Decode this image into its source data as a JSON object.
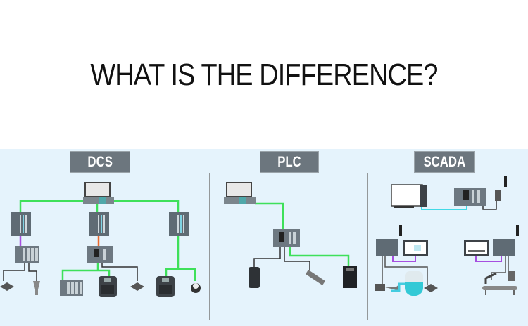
{
  "title": "WHAT IS THE DIFFERENCE?",
  "sections": {
    "dcs": "DCS",
    "plc": "PLC",
    "scada": "SCADA"
  },
  "colors": {
    "background": "#e5f3fc",
    "network_green": "#3ee05a",
    "profibus_purple": "#a64fe0",
    "orange_link": "#e8682c",
    "cyan_link": "#42d9e6",
    "label_gray": "#6c767e",
    "device_gray": "#5f6b74"
  }
}
